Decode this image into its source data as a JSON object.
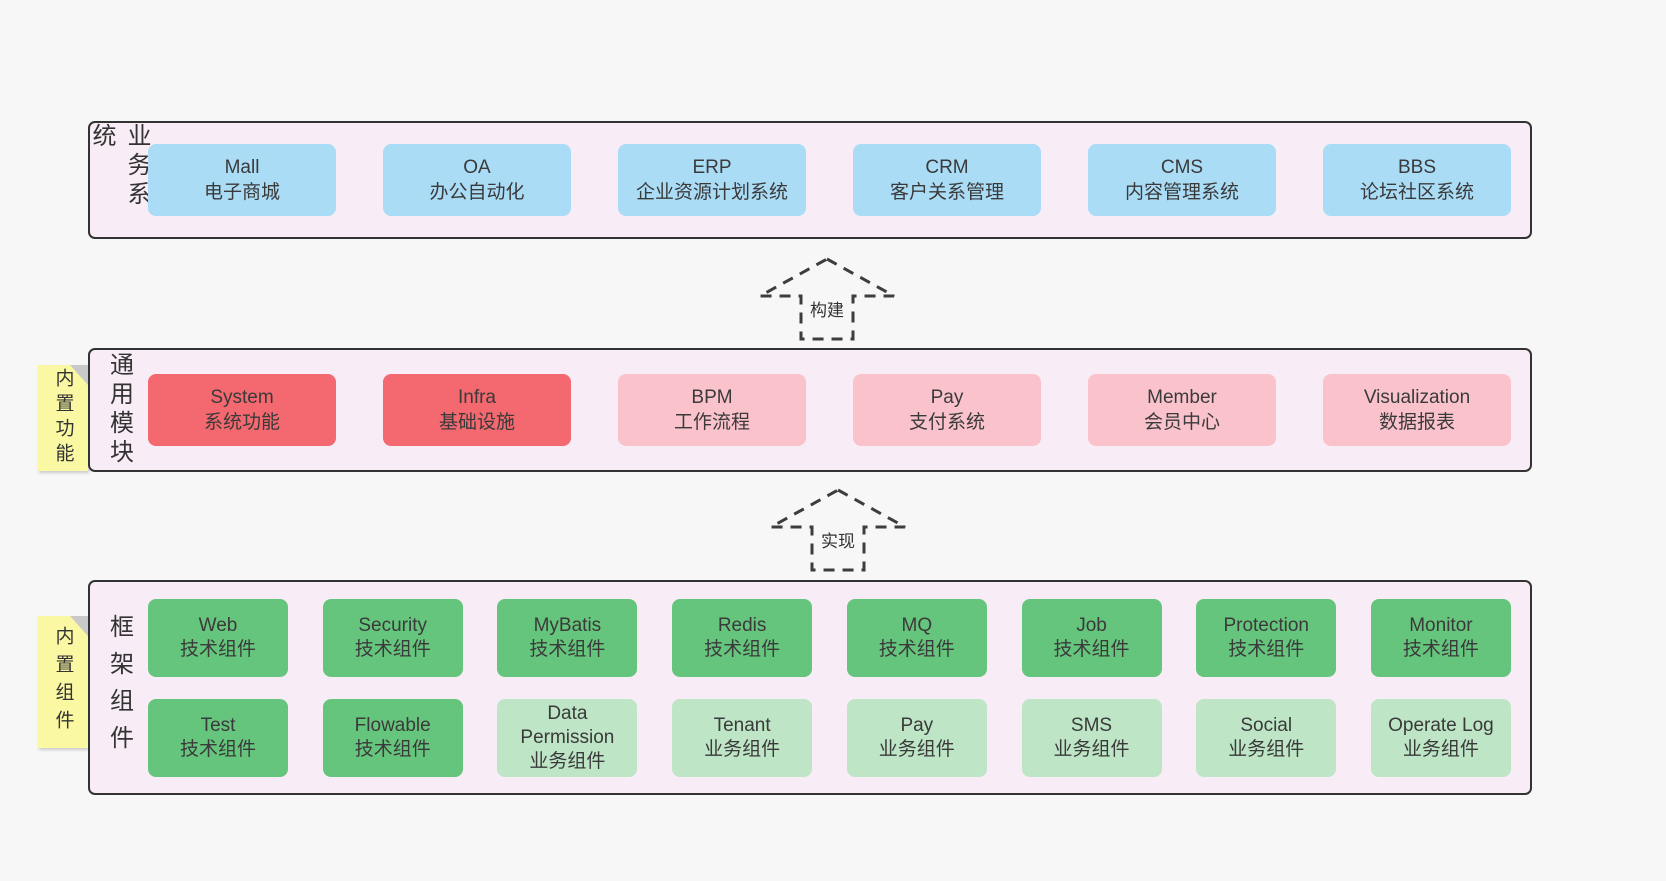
{
  "panels": [
    {
      "title": "业务系统",
      "boxes": [
        {
          "name": "Mall",
          "desc": "电子商城"
        },
        {
          "name": "OA",
          "desc": "办公自动化"
        },
        {
          "name": "ERP",
          "desc": "企业资源计划系统"
        },
        {
          "name": "CRM",
          "desc": "客户关系管理"
        },
        {
          "name": "CMS",
          "desc": "内容管理系统"
        },
        {
          "name": "BBS",
          "desc": "论坛社区系统"
        }
      ]
    },
    {
      "title": "通用模块",
      "sticky": "内置功能",
      "boxes": [
        {
          "name": "System",
          "desc": "系统功能"
        },
        {
          "name": "Infra",
          "desc": "基础设施"
        },
        {
          "name": "BPM",
          "desc": "工作流程"
        },
        {
          "name": "Pay",
          "desc": "支付系统"
        },
        {
          "name": "Member",
          "desc": "会员中心"
        },
        {
          "name": "Visualization",
          "desc": "数据报表"
        }
      ]
    },
    {
      "title": "框架组件",
      "sticky": "内置组件",
      "rows": [
        [
          {
            "name": "Web",
            "desc": "技术组件"
          },
          {
            "name": "Security",
            "desc": "技术组件"
          },
          {
            "name": "MyBatis",
            "desc": "技术组件"
          },
          {
            "name": "Redis",
            "desc": "技术组件"
          },
          {
            "name": "MQ",
            "desc": "技术组件"
          },
          {
            "name": "Job",
            "desc": "技术组件"
          },
          {
            "name": "Protection",
            "desc": "技术组件"
          },
          {
            "name": "Monitor",
            "desc": "技术组件"
          }
        ],
        [
          {
            "name": "Test",
            "desc": "技术组件"
          },
          {
            "name": "Flowable",
            "desc": "技术组件"
          },
          {
            "name": "Data Permission",
            "desc": "业务组件"
          },
          {
            "name": "Tenant",
            "desc": "业务组件"
          },
          {
            "name": "Pay",
            "desc": "业务组件"
          },
          {
            "name": "SMS",
            "desc": "业务组件"
          },
          {
            "name": "Social",
            "desc": "业务组件"
          },
          {
            "name": "Operate Log",
            "desc": "业务组件"
          }
        ]
      ]
    }
  ],
  "arrows": [
    {
      "label": "构建"
    },
    {
      "label": "实现"
    }
  ],
  "colors": {
    "page_bg": "#f7f7f7",
    "panel_bg": "#f8edf6",
    "panel_border": "#333333",
    "business_system_box": "#aadcf6",
    "core_module_box": "#f4686f",
    "extra_module_box": "#fac3cc",
    "tech_component_box": "#66c57d",
    "biz_component_box": "#bde5c6",
    "sticky_note": "#fbf8a3",
    "sticky_fold": "#c9c9c9",
    "arrow_stroke": "#3d3d3d"
  }
}
